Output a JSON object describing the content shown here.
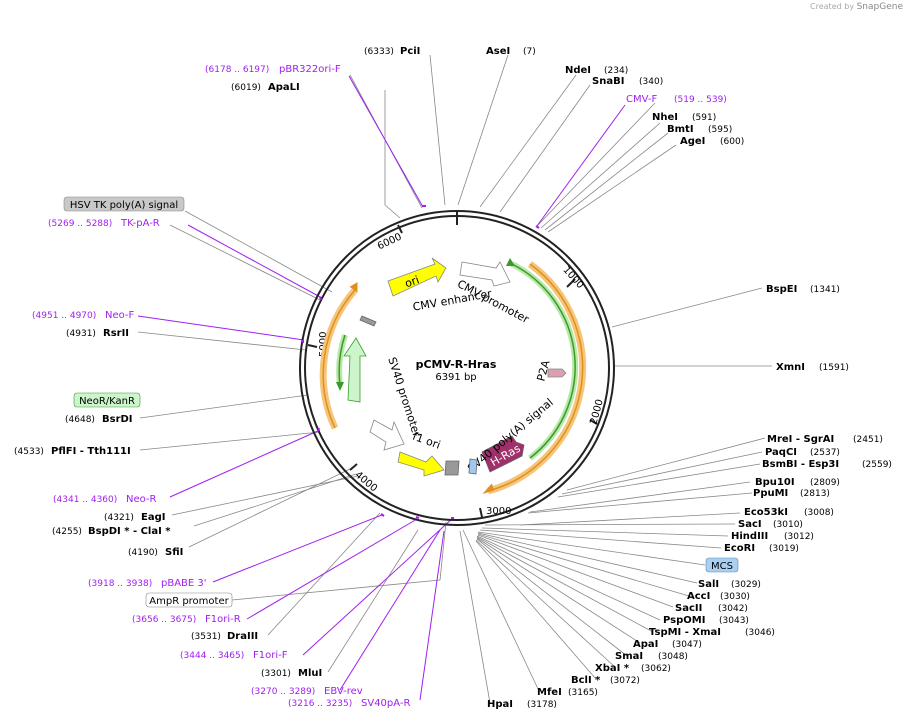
{
  "credit": {
    "prefix": "Created by",
    "brand": "SnapGene"
  },
  "plasmid": {
    "name": "pCMV-R-Hras",
    "size": "6391 bp"
  },
  "ticks": [
    "1000",
    "2000",
    "3000",
    "4000",
    "5000",
    "6000"
  ],
  "enzymes": [
    {
      "name": "PciI",
      "pos": "(6333)"
    },
    {
      "name": "AseI",
      "pos": "(7)"
    },
    {
      "name": "NdeI",
      "pos": "(234)"
    },
    {
      "name": "SnaBI",
      "pos": "(340)"
    },
    {
      "name": "NheI",
      "pos": "(591)"
    },
    {
      "name": "BmtI",
      "pos": "(595)"
    },
    {
      "name": "AgeI",
      "pos": "(600)"
    },
    {
      "name": "BspEI",
      "pos": "(1341)"
    },
    {
      "name": "XmnI",
      "pos": "(1591)"
    },
    {
      "name": "MreI - SgrAI",
      "pos": "(2451)"
    },
    {
      "name": "PaqCI",
      "pos": "(2537)"
    },
    {
      "name": "BsmBI - Esp3I",
      "pos": "(2559)"
    },
    {
      "name": "Bpu10I",
      "pos": "(2809)"
    },
    {
      "name": "PpuMI",
      "pos": "(2813)"
    },
    {
      "name": "Eco53kI",
      "pos": "(3008)"
    },
    {
      "name": "SacI",
      "pos": "(3010)"
    },
    {
      "name": "HindIII",
      "pos": "(3012)"
    },
    {
      "name": "EcoRI",
      "pos": "(3019)"
    },
    {
      "name": "SalI",
      "pos": "(3029)"
    },
    {
      "name": "AccI",
      "pos": "(3030)"
    },
    {
      "name": "SacII",
      "pos": "(3042)"
    },
    {
      "name": "PspOMI",
      "pos": "(3043)"
    },
    {
      "name": "TspMI - XmaI",
      "pos": "(3046)"
    },
    {
      "name": "ApaI",
      "pos": "(3047)"
    },
    {
      "name": "SmaI",
      "pos": "(3048)"
    },
    {
      "name": "XbaI *",
      "pos": "(3062)"
    },
    {
      "name": "BclI *",
      "pos": "(3072)"
    },
    {
      "name": "MfeI",
      "pos": "(3165)"
    },
    {
      "name": "HpaI",
      "pos": "(3178)"
    },
    {
      "name": "MluI",
      "pos": "(3301)"
    },
    {
      "name": "DraIII",
      "pos": "(3531)"
    },
    {
      "name": "SfiI",
      "pos": "(4190)"
    },
    {
      "name": "BspDI * - ClaI *",
      "pos": "(4255)"
    },
    {
      "name": "EagI",
      "pos": "(4321)"
    },
    {
      "name": "PflFI - Tth111I",
      "pos": "(4533)"
    },
    {
      "name": "BsrDI",
      "pos": "(4648)"
    },
    {
      "name": "RsrII",
      "pos": "(4931)"
    },
    {
      "name": "ApaLI",
      "pos": "(6019)"
    }
  ],
  "primers": [
    {
      "name": "pBR322ori-F",
      "pos": "(6178 .. 6197)"
    },
    {
      "name": "CMV-F",
      "pos": "(519 .. 539)"
    },
    {
      "name": "TK-pA-R",
      "pos": "(5269 .. 5288)"
    },
    {
      "name": "Neo-F",
      "pos": "(4951 .. 4970)"
    },
    {
      "name": "Neo-R",
      "pos": "(4341 .. 4360)"
    },
    {
      "name": "pBABE 3'",
      "pos": "(3918 .. 3938)"
    },
    {
      "name": "F1ori-R",
      "pos": "(3656 .. 3675)"
    },
    {
      "name": "F1ori-F",
      "pos": "(3444 .. 3465)"
    },
    {
      "name": "EBV-rev",
      "pos": "(3270 .. 3289)"
    },
    {
      "name": "SV40pA-R",
      "pos": "(3216 .. 3235)"
    }
  ],
  "boxed_labels": [
    {
      "text": "HSV TK poly(A) signal",
      "fill": "#c8c8c8"
    },
    {
      "text": "NeoR/KanR",
      "fill": "#ccf5cc"
    },
    {
      "text": "MCS",
      "fill": "#a8d0f0"
    },
    {
      "text": "AmpR promoter",
      "fill": "#ffffff"
    }
  ],
  "features": [
    {
      "text": "ori",
      "color": "#ffff00"
    },
    {
      "text": "CMV enhancer",
      "color": "#ffffff"
    },
    {
      "text": "CMV promoter",
      "color": "#ffffff"
    },
    {
      "text": "P2A",
      "color": "#d9a0b0"
    },
    {
      "text": "SV40 poly(A) signal",
      "color": "#a0c8f0"
    },
    {
      "text": "H-Ras",
      "color": "#a0306a"
    },
    {
      "text": "f1 ori",
      "color": "#ffff00"
    },
    {
      "text": "SV40 promoter",
      "color": "#ffffff"
    }
  ],
  "colors": {
    "ampr": "#f5c57a",
    "neo": "#6ec85a",
    "primer": "#a020f0",
    "line": "#888888"
  }
}
